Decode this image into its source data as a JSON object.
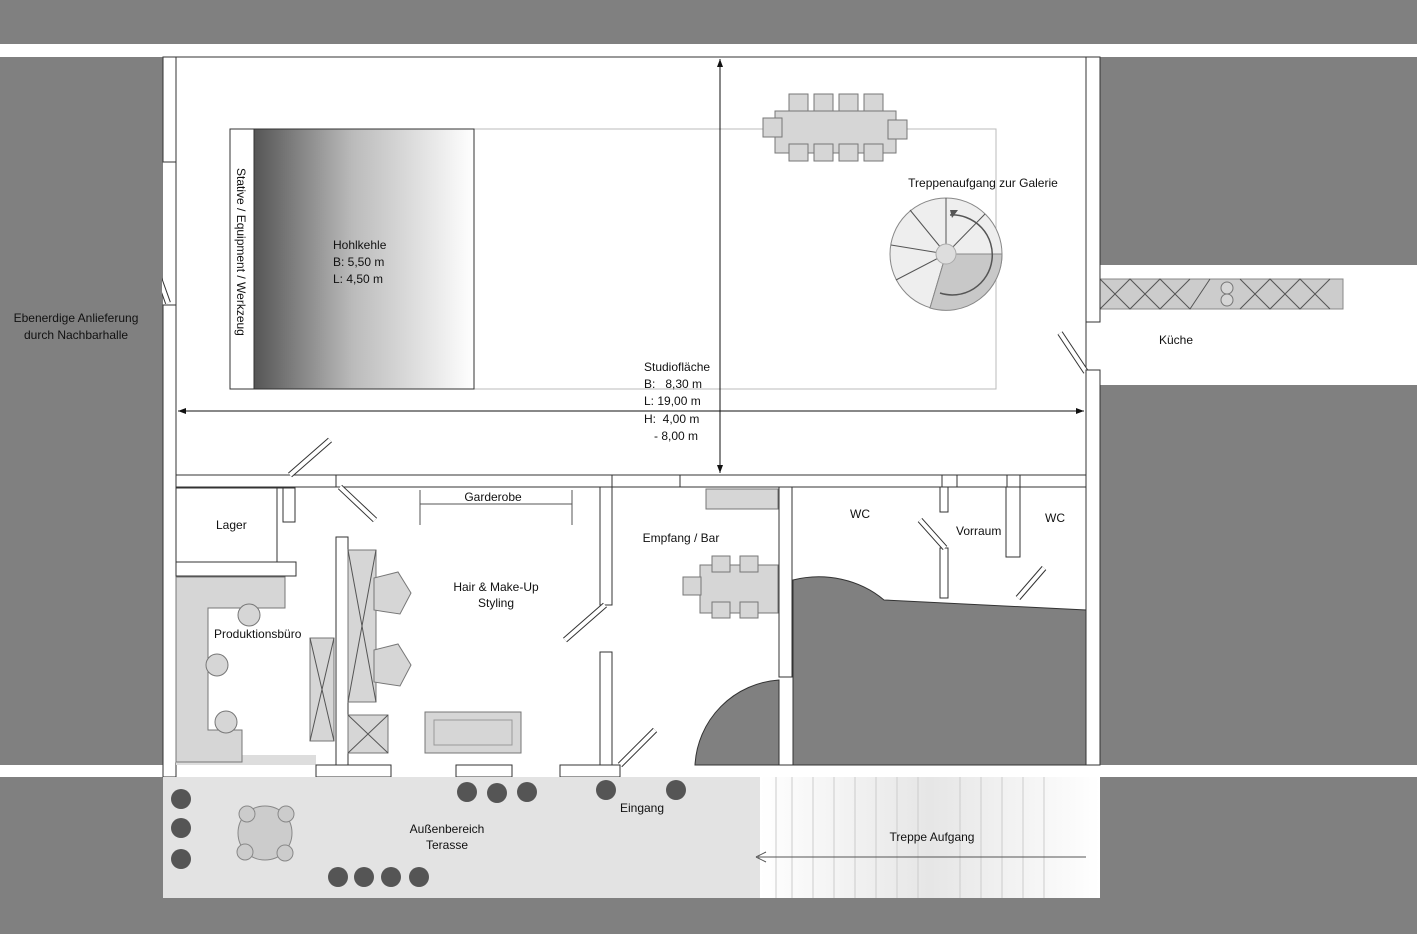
{
  "plan": {
    "delivery": [
      "Ebenerdige Anlieferung",
      "durch Nachbarhalle"
    ],
    "cove": {
      "title": "Hohlkehle",
      "width": "B: 5,50 m",
      "length": "L: 4,50 m"
    },
    "equipment_label": "Stative / Equipment / Werkzeug",
    "staircase_label": "Treppenaufgang zur Galerie",
    "kitchen_label": "Küche",
    "studio": {
      "title": "Studiofläche",
      "width": "B:   8,30 m",
      "length": "L: 19,00 m",
      "height": "H:  4,00 m",
      "height2": "   - 8,00 m"
    },
    "storage_label": "Lager",
    "wardrobe_label": "Garderobe",
    "reception_label": "Empfang / Bar",
    "wc1_label": "WC",
    "anteroom_label": "Vorraum",
    "wc2_label": "WC",
    "makeup": [
      "Hair & Make-Up",
      "Styling"
    ],
    "office_label": "Produktionsbüro",
    "entrance_label": "Eingang",
    "outdoor": [
      "Außenbereich",
      "Terasse"
    ],
    "stairs_label": "Treppe Aufgang"
  }
}
